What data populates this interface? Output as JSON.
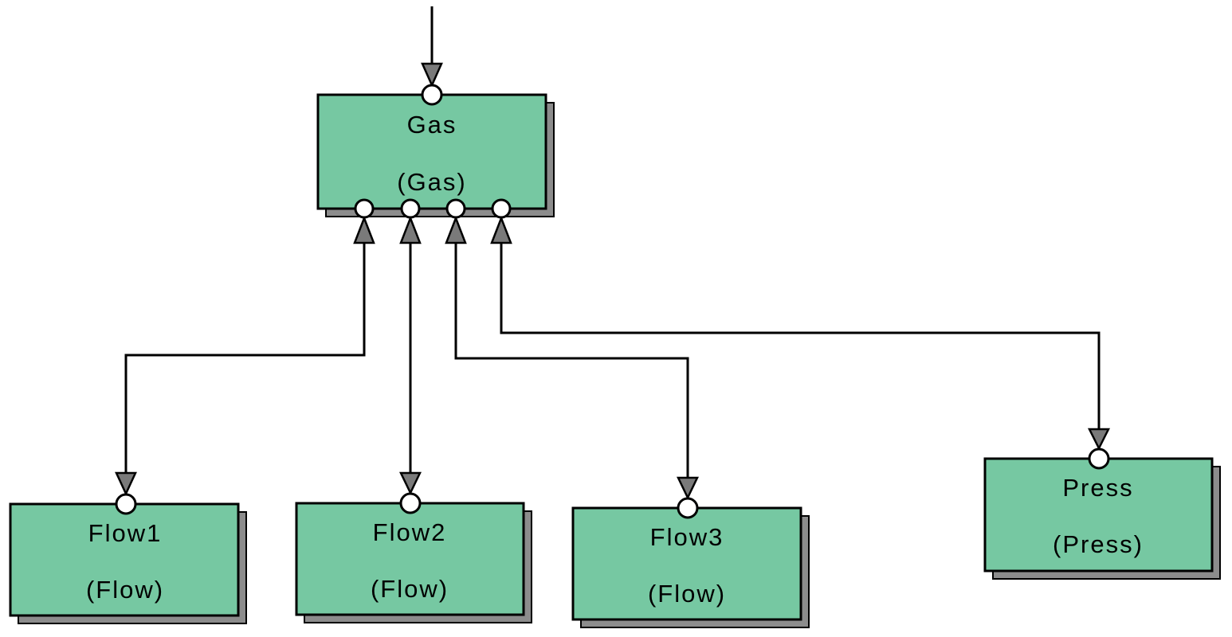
{
  "colors": {
    "background": "#ffffff",
    "block_fill": "#76c8a2",
    "block_border": "#000000",
    "shadow_fill": "#8c8c8c",
    "connector": "#000000",
    "arrowhead_fill": "#7a7a7a",
    "port_fill": "#ffffff",
    "text": "#000000"
  },
  "icons": {
    "arrowhead": "filled-triangle",
    "port": "open-circle"
  },
  "blocks": {
    "gas": {
      "name": "Gas",
      "type_label": "(Gas)"
    },
    "flow1": {
      "name": "Flow1",
      "type_label": "(Flow)"
    },
    "flow2": {
      "name": "Flow2",
      "type_label": "(Flow)"
    },
    "flow3": {
      "name": "Flow3",
      "type_label": "(Flow)"
    },
    "press": {
      "name": "Press",
      "type_label": "(Press)"
    }
  },
  "connections": [
    {
      "from": "external-input",
      "to": "Gas"
    },
    {
      "from": "Gas",
      "to": "Flow1"
    },
    {
      "from": "Gas",
      "to": "Flow2"
    },
    {
      "from": "Gas",
      "to": "Flow3"
    },
    {
      "from": "Gas",
      "to": "Press"
    }
  ]
}
